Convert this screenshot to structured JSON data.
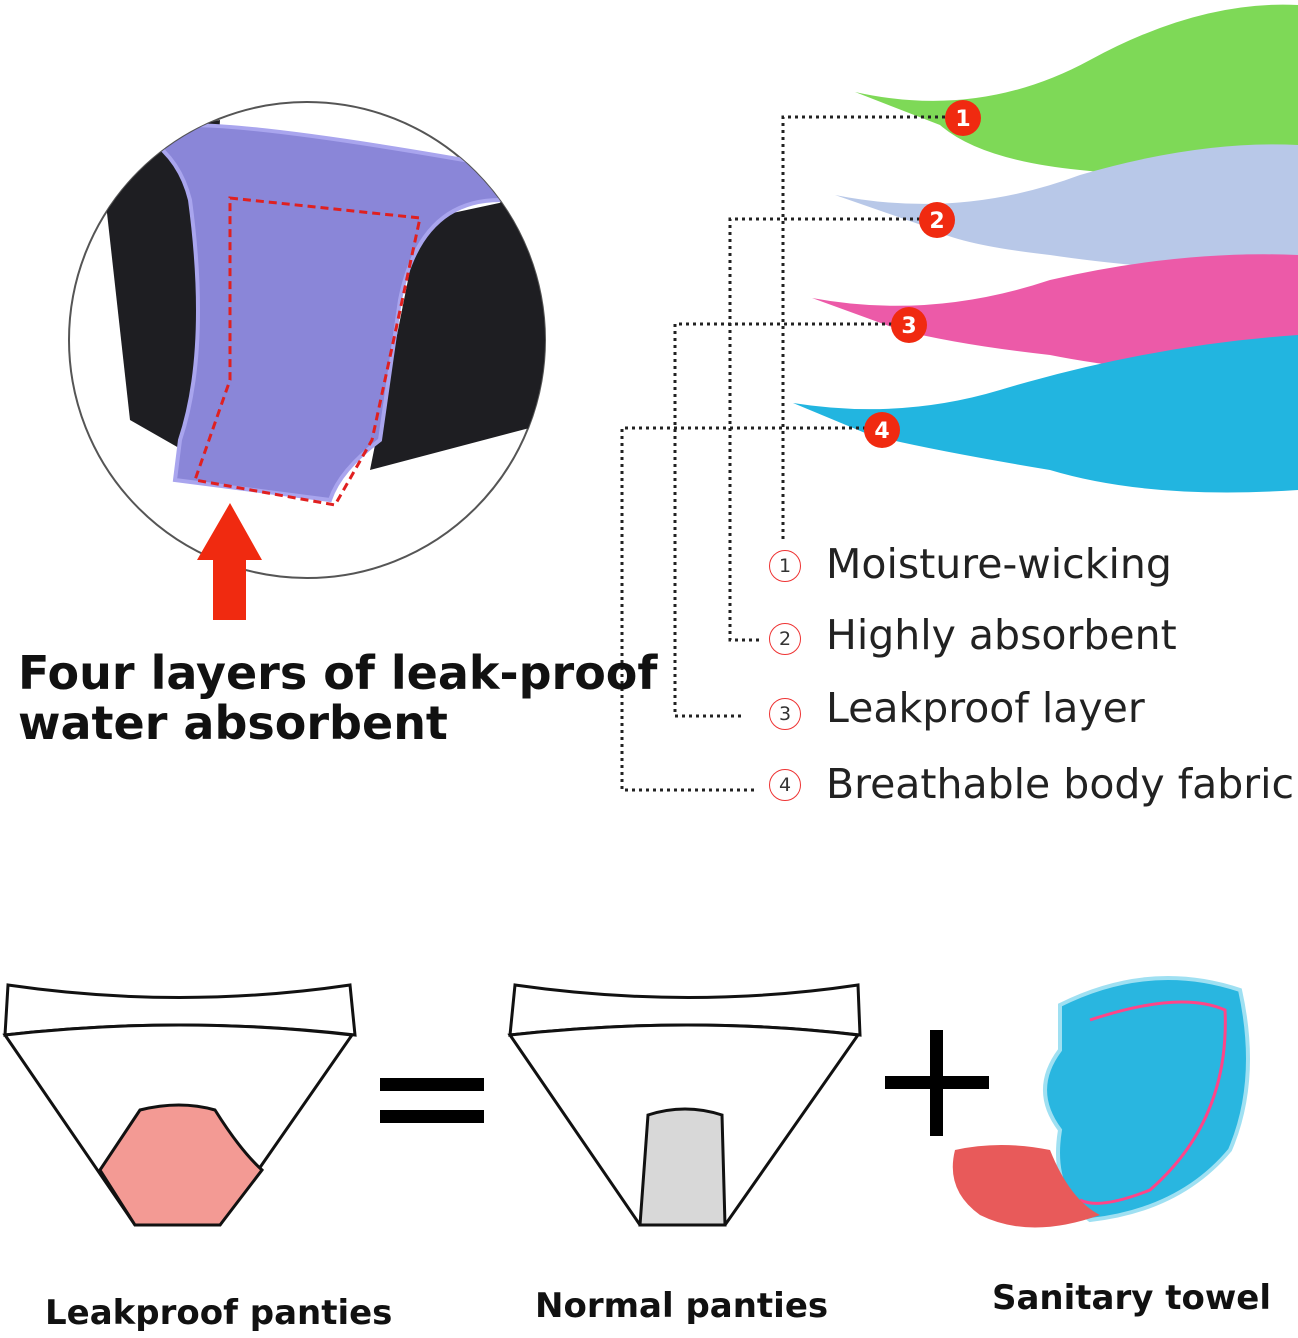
{
  "headline": {
    "line1": "Four layers of leak-proof",
    "line2": "water absorbent"
  },
  "layers": [
    {
      "num": "1",
      "label": "Moisture-wicking",
      "color": "#7ed957"
    },
    {
      "num": "2",
      "label": "Highly absorbent",
      "color": "#b8c8e8"
    },
    {
      "num": "3",
      "label": "Leakproof layer",
      "color": "#ec5aa8"
    },
    {
      "num": "4",
      "label": "Breathable body fabric",
      "color": "#22b5e0"
    }
  ],
  "bottom": {
    "leakproof": "Leakproof panties",
    "normal": "Normal panties",
    "towel": "Sanitary towel"
  },
  "colors": {
    "accent_red": "#f02a10",
    "purple": "#8a86d8"
  }
}
